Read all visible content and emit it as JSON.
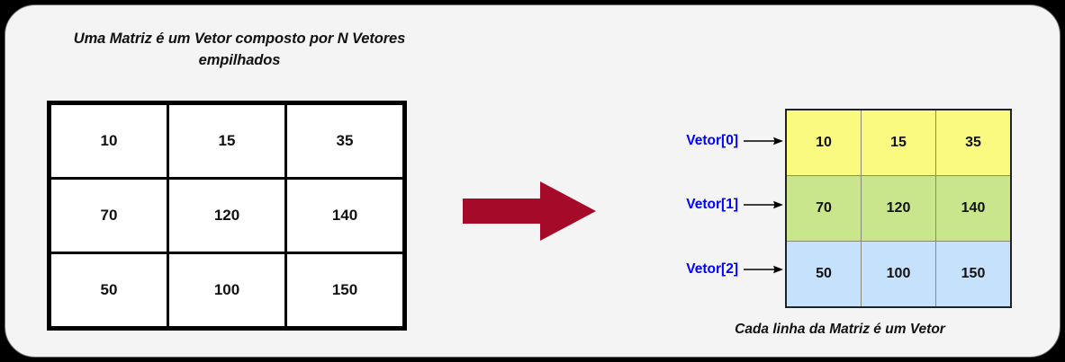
{
  "figure": {
    "title": "Uma Matriz é um Vetor composto por N Vetores empilhados",
    "caption": "Cada linha da Matriz é um Vetor",
    "background_color": "#F4F4F4",
    "frame_color": "#6E6E6E"
  },
  "matrix": {
    "rows": [
      [
        "10",
        "15",
        "35"
      ],
      [
        "70",
        "120",
        "140"
      ],
      [
        "50",
        "100",
        "150"
      ]
    ],
    "cell_background": "#FFFFFF",
    "border_color": "#000000"
  },
  "transform_arrow": {
    "direction": "right",
    "color": "#A50B28"
  },
  "vectors": {
    "labels": [
      {
        "text": "Vetor[0]",
        "arrow": "⟶"
      },
      {
        "text": "Vetor[1]",
        "arrow": "⟶"
      },
      {
        "text": "Vetor[2]",
        "arrow": "⟶"
      }
    ],
    "label_color": "#0000FF",
    "rows": [
      {
        "values": [
          "10",
          "15",
          "35"
        ],
        "color": "#FAFA80"
      },
      {
        "values": [
          "70",
          "120",
          "140"
        ],
        "color": "#C9E68C"
      },
      {
        "values": [
          "50",
          "100",
          "150"
        ],
        "color": "#C6E1FB"
      }
    ],
    "border_color": "#222222"
  }
}
